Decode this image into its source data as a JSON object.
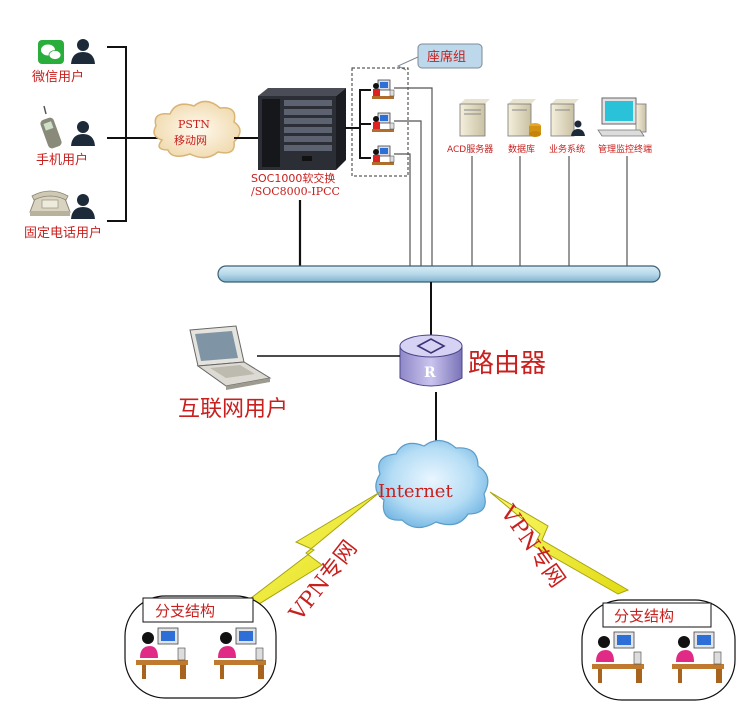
{
  "users": {
    "wechat": "微信用户",
    "mobile": "手机用户",
    "landline": "固定电话用户"
  },
  "pstn": {
    "line1": "PSTN",
    "line2": "移动网"
  },
  "softswitch": {
    "line1": "SOC1000软交换",
    "line2": "/SOC8000-IPCC"
  },
  "agent_group": "座席组",
  "servers": {
    "acd": "ACD服务器",
    "database": "数据库",
    "business": "业务系统",
    "monitor": "管理监控终端"
  },
  "router": "路由器",
  "internet_user": "互联网用户",
  "internet": "Internet",
  "vpn_left": "VPN专网",
  "vpn_right": "VPN专网",
  "branch_left": "分支结构",
  "branch_right": "分支结构",
  "colors": {
    "label_red": "#c8201e",
    "bus_blue": "#b8d9ea",
    "lightning_yellow": "#f2ee2a",
    "cloud_blue": "#9fd0ee",
    "router_purple": "#b9b3e4"
  },
  "icons": {
    "wechat": "wechat-icon",
    "person": "person-icon",
    "mobile_phone": "mobile-phone-icon",
    "telephone": "telephone-icon",
    "pstn_cloud": "cloud-icon",
    "server_tower": "server-icon",
    "agent_workstation": "agent-workstation-icon",
    "router": "router-icon",
    "laptop": "laptop-icon",
    "internet_cloud": "cloud-icon",
    "lightning": "lightning-icon"
  }
}
